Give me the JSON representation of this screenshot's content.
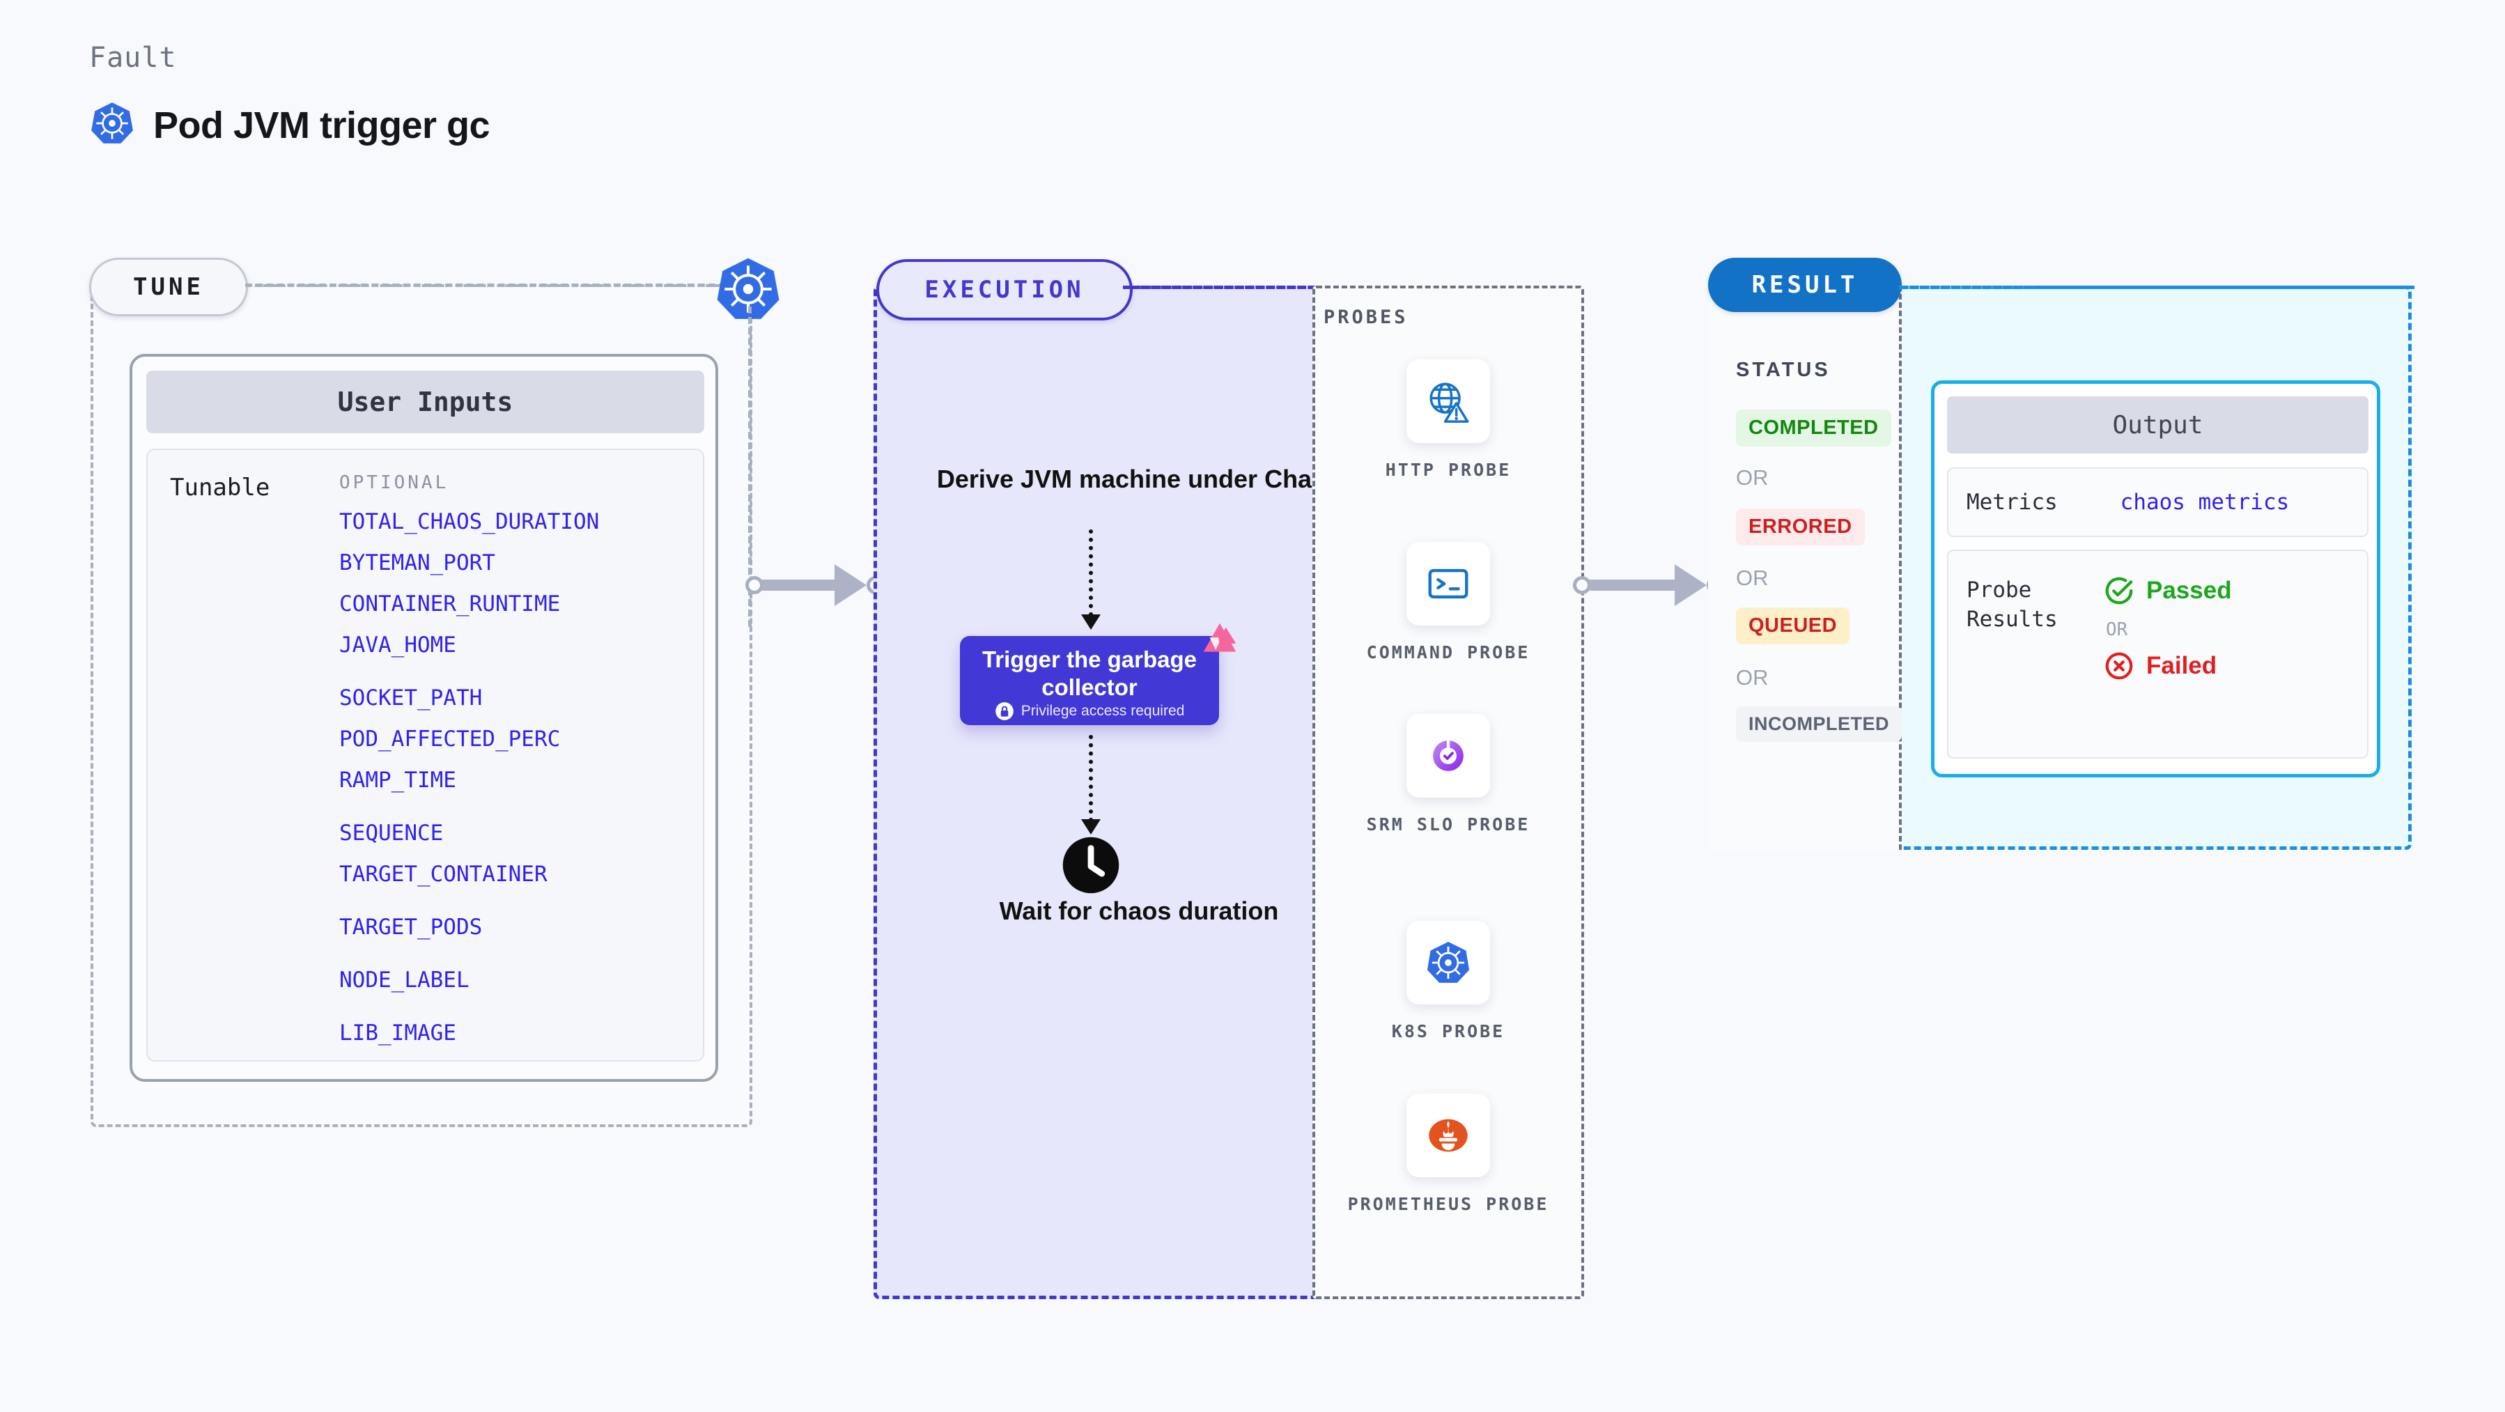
{
  "header": {
    "eyebrow": "Fault",
    "title": "Pod JVM trigger gc",
    "icon": "kubernetes-icon"
  },
  "tune": {
    "pill_label": "TUNE",
    "icon": "kubernetes-icon",
    "card_title": "User Inputs",
    "tunable_label": "Tunable",
    "optional_label": "OPTIONAL",
    "optional_items": [
      "TOTAL_CHAOS_DURATION",
      "BYTEMAN_PORT",
      "CONTAINER_RUNTIME",
      "JAVA_HOME",
      "SOCKET_PATH",
      "POD_AFFECTED_PERC",
      "RAMP_TIME",
      "SEQUENCE",
      "TARGET_CONTAINER",
      "TARGET_PODS",
      "NODE_LABEL",
      "LIB_IMAGE"
    ]
  },
  "execution": {
    "pill_label": "EXECUTION",
    "step_derive": "Derive JVM machine under Chaos",
    "trigger_title": "Trigger the garbage collector",
    "trigger_note": "Privilege access required",
    "trigger_note_icon": "lock-icon",
    "badge_icon": "litmus-chaos-icon",
    "wait_icon": "clock-icon",
    "step_wait": "Wait for chaos duration"
  },
  "probes": {
    "title": "PROBES",
    "items": [
      {
        "label": "HTTP PROBE",
        "icon": "globe-warning-icon"
      },
      {
        "label": "COMMAND PROBE",
        "icon": "terminal-icon"
      },
      {
        "label": "SRM SLO PROBE",
        "icon": "srm-slo-gauge-icon"
      },
      {
        "label": "K8S PROBE",
        "icon": "kubernetes-icon"
      },
      {
        "label": "PROMETHEUS PROBE",
        "icon": "prometheus-icon"
      }
    ]
  },
  "result": {
    "pill_label": "RESULT",
    "status_title": "STATUS",
    "or_label": "OR",
    "statuses": [
      {
        "label": "COMPLETED",
        "bg": "#e3f7e4",
        "fg": "#13880f"
      },
      {
        "label": "ERRORED",
        "bg": "#fdeaea",
        "fg": "#cc1f1f"
      },
      {
        "label": "QUEUED",
        "bg": "#fdf0c8",
        "fg": "#cc1f1f"
      },
      {
        "label": "INCOMPLETED",
        "bg": "#f1f3f7",
        "fg": "#5b6272"
      }
    ],
    "output": {
      "title": "Output",
      "metrics_key": "Metrics",
      "metrics_value": "chaos metrics",
      "probe_results_key": "Probe Results",
      "passed_label": "Passed",
      "passed_icon": "check-circle-icon",
      "failed_label": "Failed",
      "failed_icon": "x-circle-icon",
      "or_label": "OR"
    }
  },
  "colors": {
    "accent_indigo": "#4338ca",
    "accent_blue": "#1273c6",
    "accent_cyan": "#1aaee8",
    "tunable_blue": "#3122eb",
    "k8s_blue": "#326ce5",
    "chaos_pink": "#f4679c",
    "pass_green": "#1ca71c",
    "fail_red": "#e02020"
  }
}
